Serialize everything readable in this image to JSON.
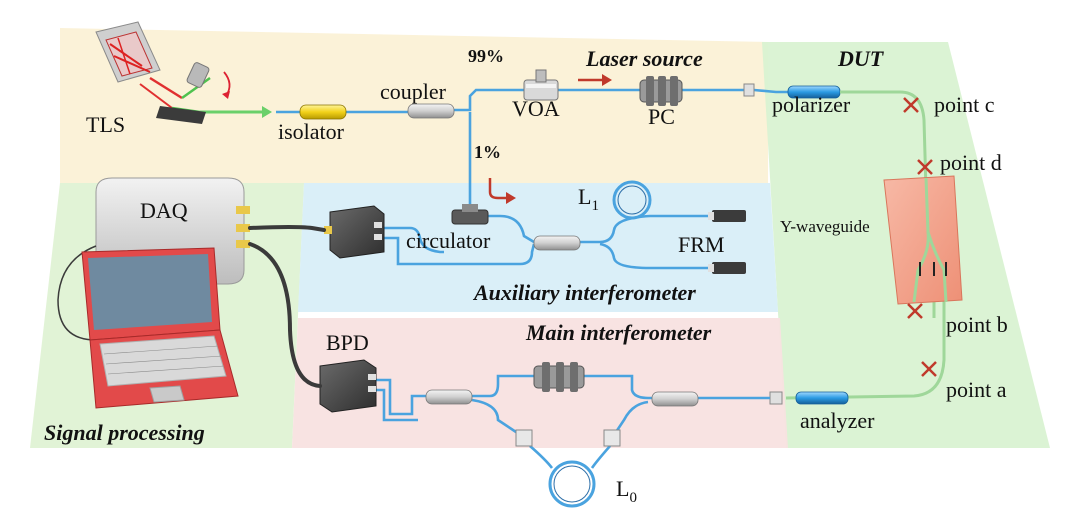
{
  "regions": {
    "laser_source": "Laser source",
    "dut": "DUT",
    "signal_processing": "Signal processing",
    "auxiliary_interferometer": "Auxiliary interferometer",
    "main_interferometer": "Main interferometer"
  },
  "components": {
    "tls": "TLS",
    "isolator": "isolator",
    "coupler": "coupler",
    "voa": "VOA",
    "pc": "PC",
    "polarizer": "polarizer",
    "daq": "DAQ",
    "circulator": "circulator",
    "l1_base": "L",
    "l1_sub": "1",
    "frm": "FRM",
    "bpd": "BPD",
    "l0_base": "L",
    "l0_sub": "0",
    "y_waveguide": "Y-waveguide",
    "analyzer": "analyzer"
  },
  "split_ratios": {
    "main": "99%",
    "aux": "1%"
  },
  "points": {
    "a": "point a",
    "b": "point b",
    "c": "point c",
    "d": "point d"
  },
  "colors": {
    "laser_bg": "#fbf1d6",
    "dut_bg": "#d9f2d2",
    "signal_bg": "#dff2d4",
    "aux_bg": "#d8eef8",
    "main_bg": "#f8e2e0",
    "fiber": "#4aa3df",
    "marker": "#c0392b",
    "waveguide_chip": "#f3a58f"
  }
}
